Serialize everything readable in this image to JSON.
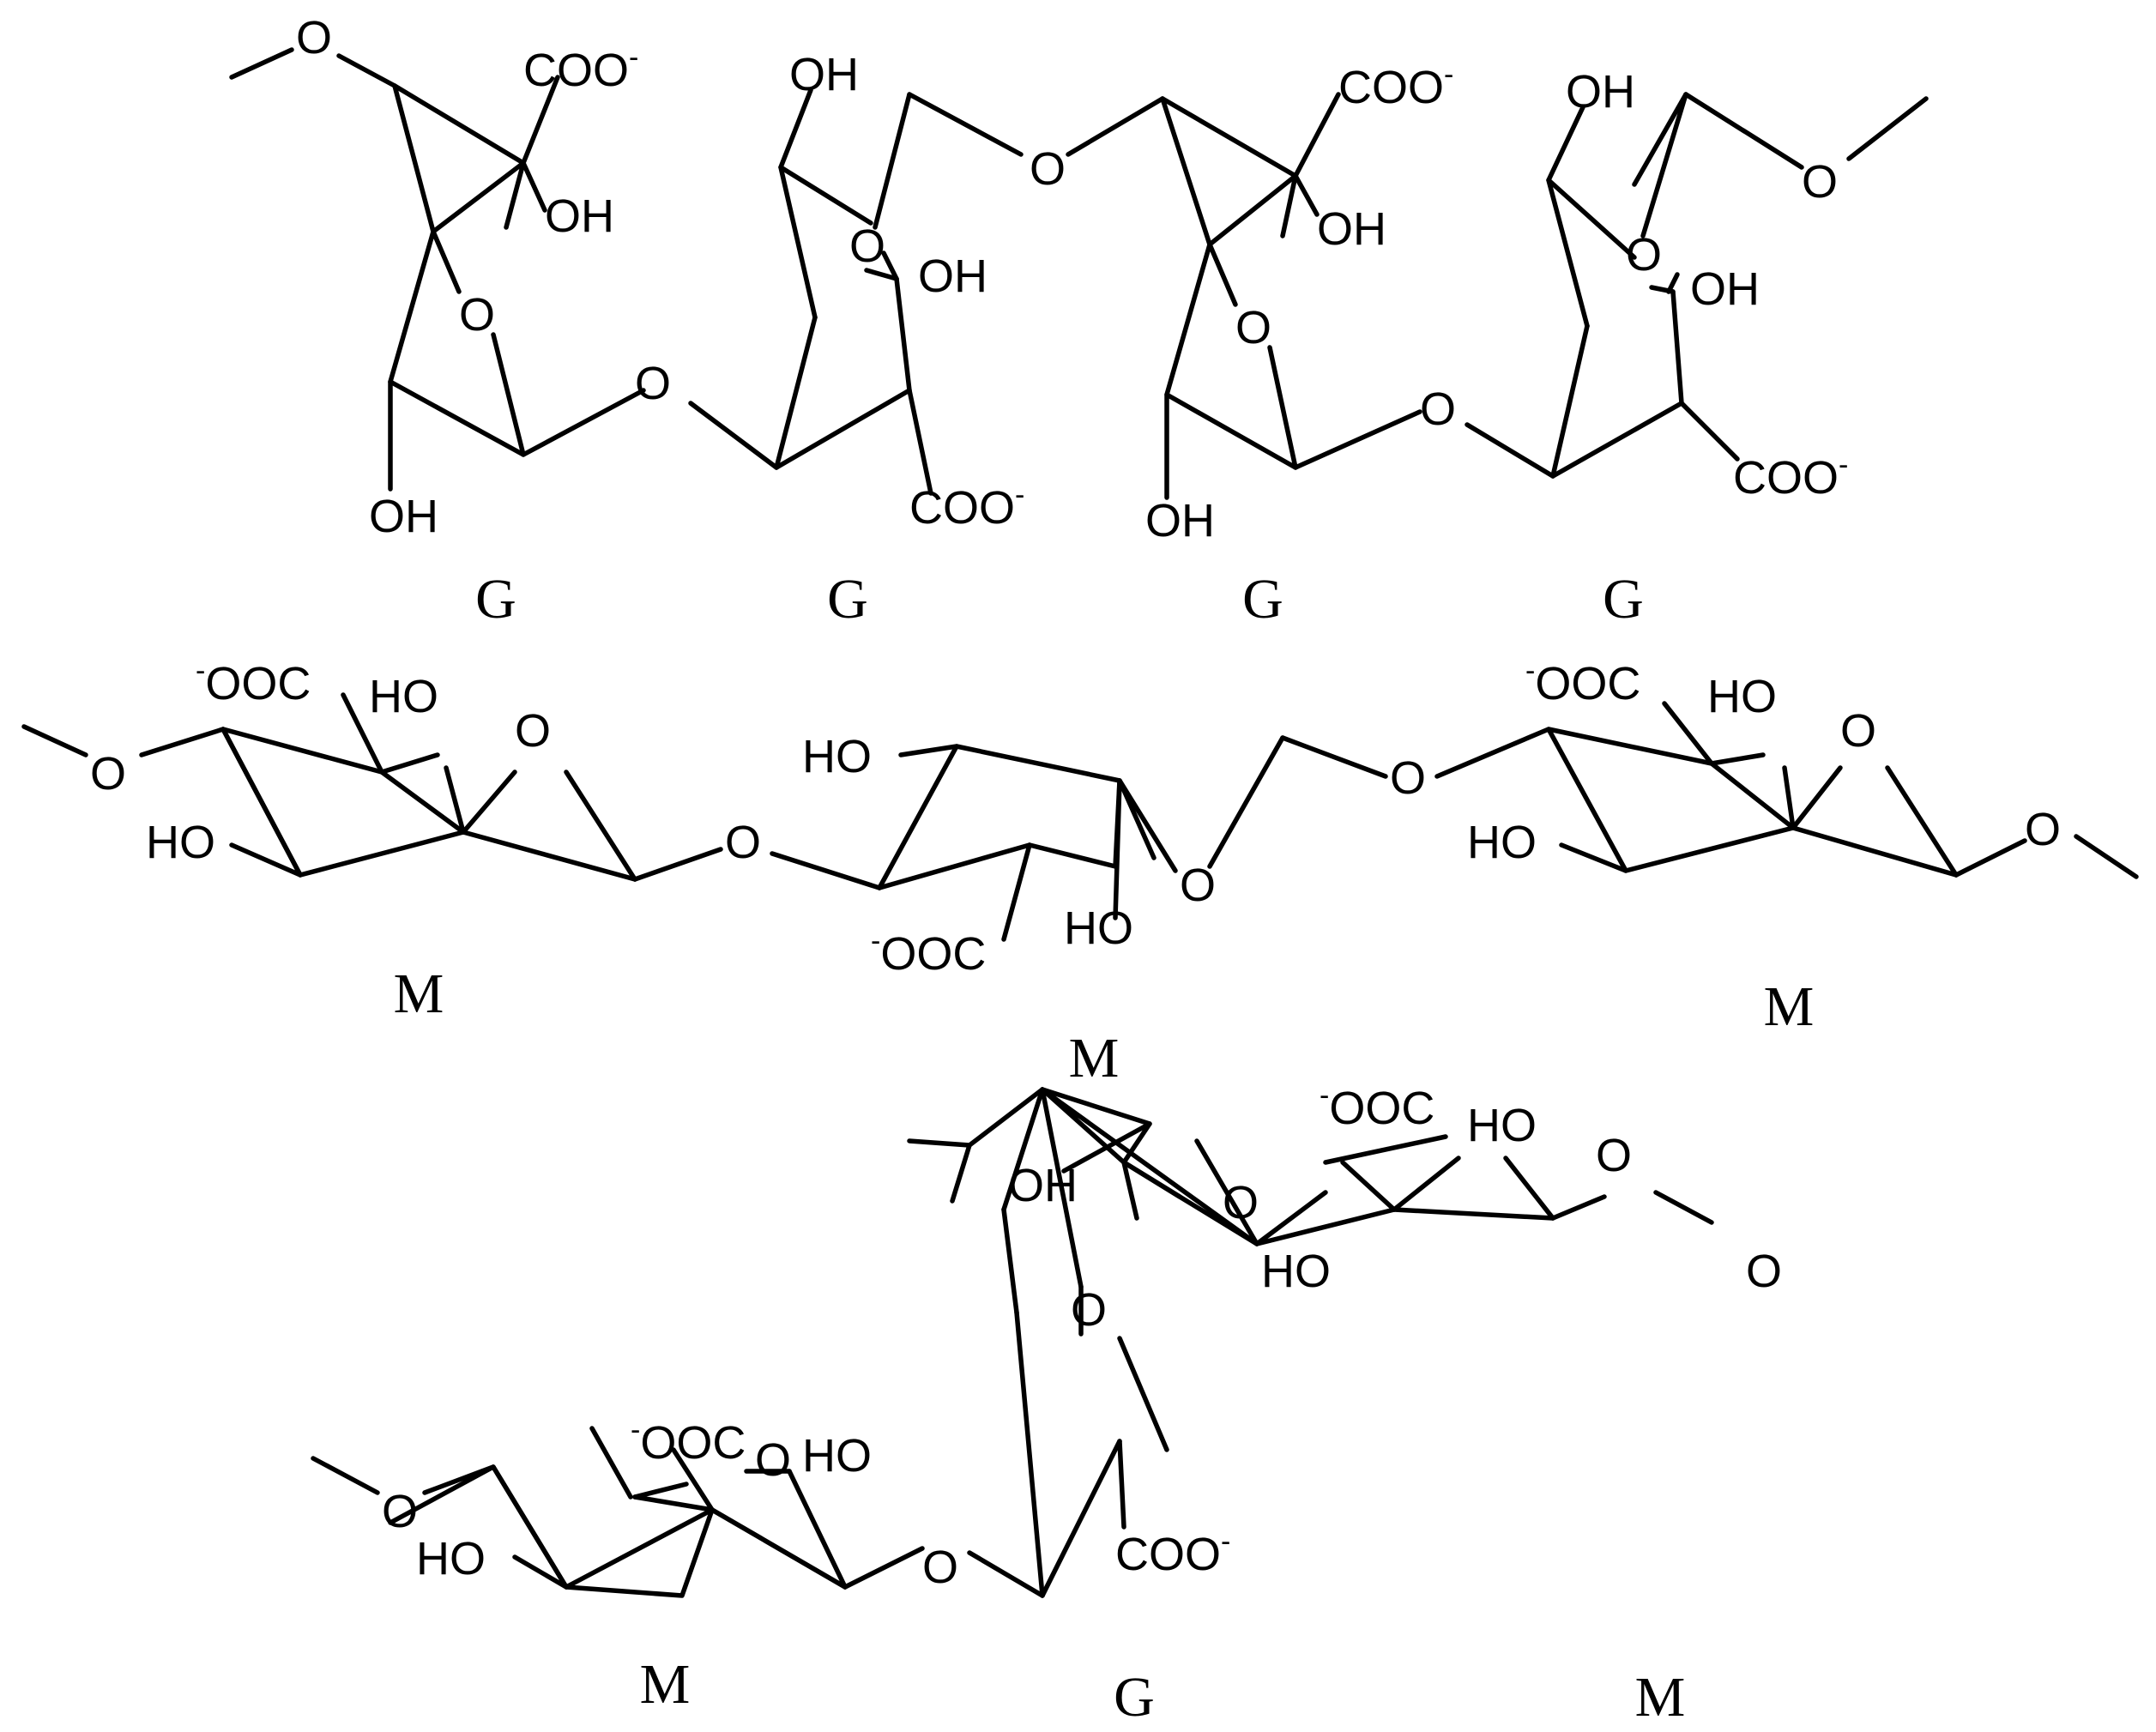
{
  "units": {
    "row1": [
      "G",
      "G",
      "G",
      "G"
    ],
    "row2": [
      "M",
      "M",
      "M"
    ],
    "row3": [
      "M",
      "G",
      "M"
    ]
  },
  "atoms": {
    "O": "O",
    "OH": "OH",
    "HO": "HO",
    "COO": "COO",
    "OOC": "OOC",
    "minus": "-"
  }
}
